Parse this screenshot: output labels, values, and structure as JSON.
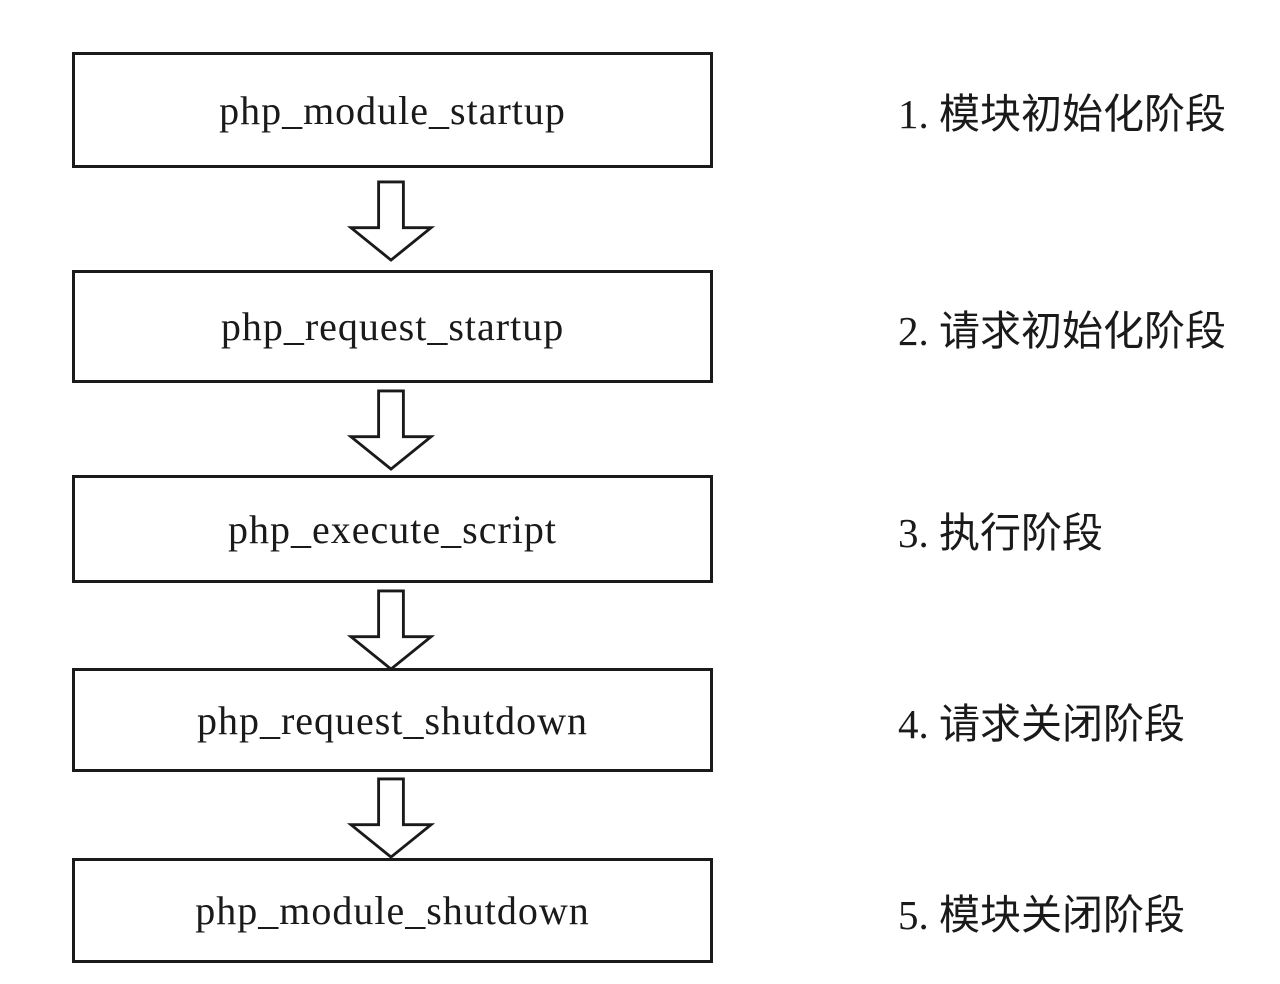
{
  "diagram": {
    "title": "PHP lifecycle stages flowchart",
    "steps": [
      {
        "box": "php_module_startup",
        "label": "1. 模块初始化阶段"
      },
      {
        "box": "php_request_startup",
        "label": "2. 请求初始化阶段"
      },
      {
        "box": "php_execute_script",
        "label": "3. 执行阶段"
      },
      {
        "box": "php_request_shutdown",
        "label": "4. 请求关闭阶段"
      },
      {
        "box": "php_module_shutdown",
        "label": "5. 模块关闭阶段"
      }
    ],
    "icons": {
      "connector": "block-arrow-down-icon"
    },
    "colors": {
      "background": "#ffffff",
      "box_fill": "#ffffff",
      "box_border": "#1a1a1a",
      "text": "#1a1a1a"
    }
  }
}
